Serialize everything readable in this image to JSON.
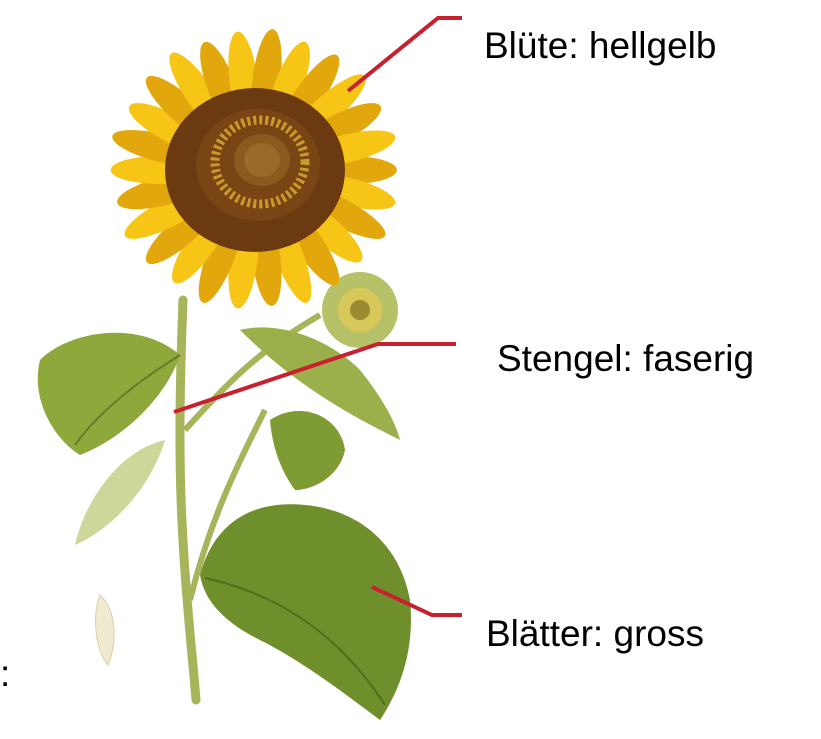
{
  "labels": {
    "bluete": "Blüte: hellgelb",
    "stengel": "Stengel: faserig",
    "blaetter": "Blätter: gross"
  },
  "stray_text": ":",
  "colors": {
    "leader_line": "#c8202e",
    "petal": "#f6c515",
    "petal_dark": "#e2a70c",
    "disk_outer": "#6b3a10",
    "disk_inner": "#8b5a1e",
    "seed": "#c89a2a",
    "stem": "#a7b45a",
    "leaf": "#8fa83c",
    "leaf_dark": "#5f7f25"
  },
  "icons": [
    "sunflower-illustration"
  ]
}
